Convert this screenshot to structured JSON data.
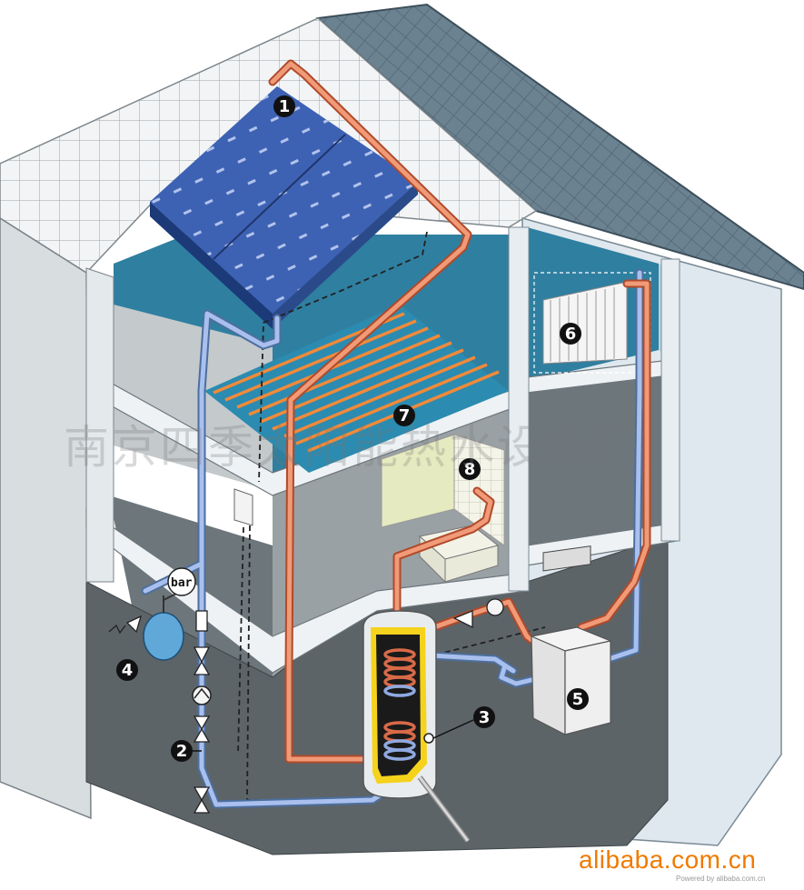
{
  "watermark_text": "南京四季太阳能热水设备厂",
  "brand_text": "alibaba.com.cn",
  "powered_text": "Powered by alibaba.com.cn",
  "gauge_label": "bar",
  "callouts": {
    "c1": "1",
    "c2": "2",
    "c3": "3",
    "c4": "4",
    "c5": "5",
    "c6": "6",
    "c7": "7",
    "c8": "8"
  },
  "colors": {
    "pipe_hot": "#e87852",
    "pipe_cold": "#8fa9e0",
    "wall_dark": "#5f6b70",
    "wall_teal": "#2e7d9c",
    "roof": "#667b88",
    "brand": "#f07a00"
  },
  "icons": [
    "solar-collector-icon",
    "pump-icon",
    "expansion-tank-icon",
    "boiler-icon",
    "radiator-icon",
    "floor-heating-icon",
    "bathtub-icon",
    "storage-tank-icon",
    "valve-icon"
  ]
}
